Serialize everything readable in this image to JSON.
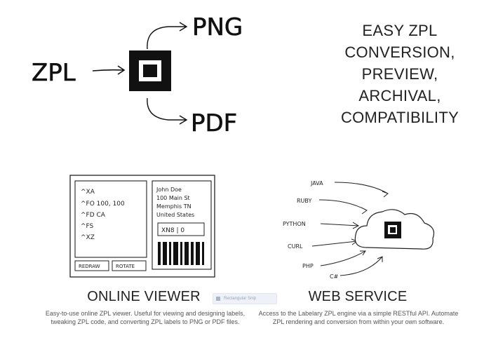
{
  "hero": {
    "source_label": "ZPL",
    "output_top": "PNG",
    "output_bottom": "PDF"
  },
  "tagline": {
    "lines": [
      "EASY ZPL",
      "CONVERSION,",
      "PREVIEW,",
      "ARCHIVAL,",
      "COMPATIBILITY"
    ]
  },
  "viewer": {
    "code_lines": [
      "^XA",
      "^FO 100, 100",
      "^FD CA",
      "^FS",
      "^XZ"
    ],
    "label_lines": [
      "John Doe",
      "100 Main St",
      "Memphis TN",
      "United States"
    ],
    "label_code": "XN8 | 0",
    "redraw_label": "REDRAW",
    "rotate_label": "ROTATE",
    "title": "ONLINE VIEWER",
    "description": "Easy-to-use online ZPL viewer. Useful for viewing and designing labels, tweaking ZPL code, and converting ZPL labels to PNG or PDF files."
  },
  "service": {
    "languages": [
      "JAVA",
      "RUBY",
      "PYTHON",
      "CURL",
      "PHP",
      "C#"
    ],
    "title": "WEB SERVICE",
    "description": "Access to the Labelary ZPL engine via a simple RESTful API. Automate ZPL rendering and conversion from within your own software."
  },
  "overlay": {
    "snip_label": "Rectangular Snip"
  },
  "colors": {
    "ink": "#111111",
    "text": "#222222",
    "muted": "#555555"
  }
}
